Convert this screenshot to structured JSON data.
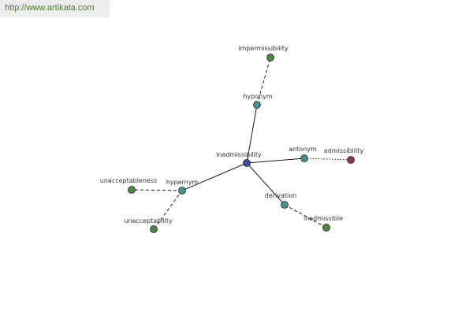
{
  "banner": {
    "text": "http://www.artikata.com"
  },
  "graph": {
    "nodes": [
      {
        "id": "inadmissibility",
        "label": "inadmissibility",
        "role": "center",
        "color": "#3a4a9c"
      },
      {
        "id": "hyponym",
        "label": "hyponym",
        "role": "relation",
        "color": "#4a9090"
      },
      {
        "id": "impermissibility",
        "label": "impermissibility",
        "role": "term",
        "color": "#4a8a3e"
      },
      {
        "id": "antonym",
        "label": "antonym",
        "role": "relation",
        "color": "#4a9090"
      },
      {
        "id": "admissibility",
        "label": "admissibility",
        "role": "term",
        "color": "#8a3a3a"
      },
      {
        "id": "hypernym",
        "label": "hypernym",
        "role": "relation",
        "color": "#4a9090"
      },
      {
        "id": "unacceptableness",
        "label": "unacceptableness",
        "role": "term",
        "color": "#4a8a3e"
      },
      {
        "id": "unacceptability",
        "label": "unacceptability",
        "role": "term",
        "color": "#4a8a3e"
      },
      {
        "id": "derivation",
        "label": "derivation",
        "role": "relation",
        "color": "#4a9090"
      },
      {
        "id": "inadmissible",
        "label": "inadmissible",
        "role": "term",
        "color": "#4a8a3e"
      }
    ],
    "edges": [
      {
        "from": "inadmissibility",
        "to": "hyponym",
        "style": "solid"
      },
      {
        "from": "inadmissibility",
        "to": "antonym",
        "style": "solid"
      },
      {
        "from": "inadmissibility",
        "to": "hypernym",
        "style": "solid"
      },
      {
        "from": "inadmissibility",
        "to": "derivation",
        "style": "solid"
      },
      {
        "from": "hyponym",
        "to": "impermissibility",
        "style": "dashed"
      },
      {
        "from": "antonym",
        "to": "admissibility",
        "style": "dotted"
      },
      {
        "from": "hypernym",
        "to": "unacceptableness",
        "style": "dashed"
      },
      {
        "from": "hypernym",
        "to": "unacceptability",
        "style": "dashed"
      },
      {
        "from": "derivation",
        "to": "inadmissible",
        "style": "dashed"
      }
    ]
  }
}
